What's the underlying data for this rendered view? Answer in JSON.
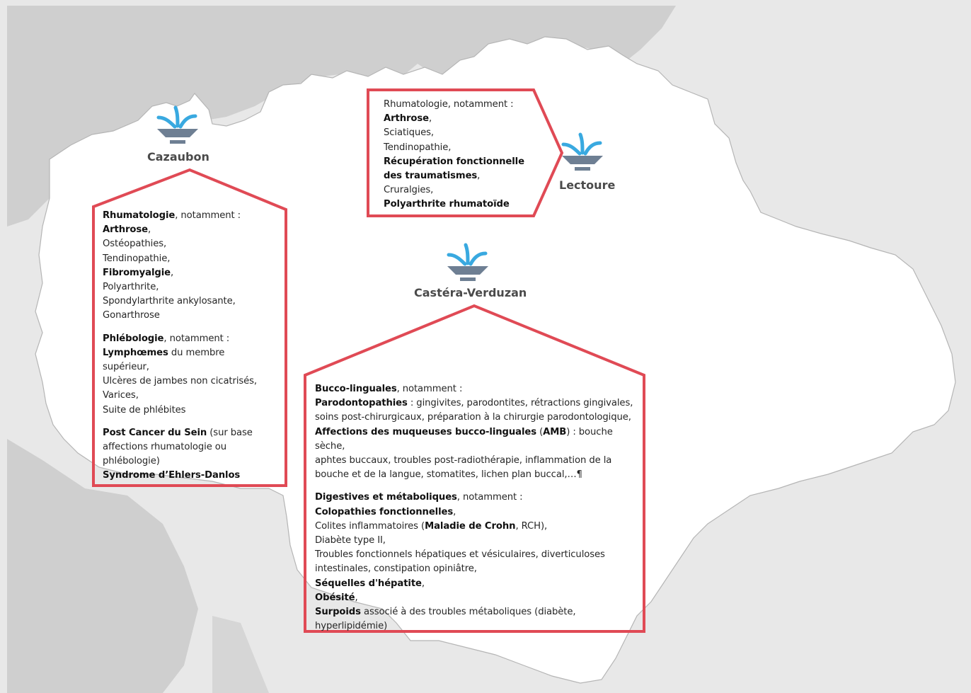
{
  "colors": {
    "outside_dark": "#cfcfcf",
    "outside_light": "#e8e8e8",
    "region": "#ffffff",
    "border": "#b5b5b5",
    "callout_stroke": "#e04a55",
    "spa_water": "#39a9e0",
    "spa_basin": "#6e7f93"
  },
  "icons": {
    "spa": "thermal-spa-fountain-icon"
  },
  "towns": {
    "cazaubon": "Cazaubon",
    "lectoure": "Lectoure",
    "castera": "Castéra-Verduzan"
  },
  "callouts": {
    "lectoure": [
      {
        "b": "",
        "t": "Rhumatologie, notamment :"
      },
      {
        "b": "Arthrose",
        "t": ","
      },
      {
        "b": "",
        "t": "Sciatiques,"
      },
      {
        "b": "",
        "t": "Tendinopathie,"
      },
      {
        "b": "Récupération fonctionnelle",
        "t": ""
      },
      {
        "b": "des traumatismes",
        "t": ","
      },
      {
        "b": "",
        "t": "Cruralgies,"
      },
      {
        "b": "Polyarthrite rhumatoïde",
        "t": ""
      }
    ],
    "cazaubon": [
      {
        "b": "Rhumatologie",
        "t": ", notamment :"
      },
      {
        "b": "Arthrose",
        "t": ","
      },
      {
        "b": "",
        "t": "Ostéopathies,"
      },
      {
        "b": "",
        "t": "Tendinopathie,"
      },
      {
        "b": "Fibromyalgie",
        "t": ","
      },
      {
        "b": "",
        "t": "Polyarthrite,"
      },
      {
        "b": "",
        "t": "Spondylarthrite ankylosante,"
      },
      {
        "b": "",
        "t": "Gonarthrose"
      },
      {
        "gap": true
      },
      {
        "b": "Phlébologie",
        "t": ", notamment :"
      },
      {
        "b": "Lymphœmes",
        "t": " du membre"
      },
      {
        "b": "",
        "t": "supérieur,"
      },
      {
        "b": "",
        "t": "Ulcères de jambes non cicatrisés,"
      },
      {
        "b": "",
        "t": "Varices,"
      },
      {
        "b": "",
        "t": "Suite de phlébites"
      },
      {
        "gap": true
      },
      {
        "b": "Post Cancer du Sein",
        "t": " (sur base"
      },
      {
        "b": "",
        "t": "affections rhumatologie ou"
      },
      {
        "b": "",
        "t": "phlébologie)"
      },
      {
        "b": "Syndrome d’Ehlers-Danlos",
        "t": ""
      }
    ],
    "castera": [
      {
        "b": "Bucco-linguales",
        "t": ", notamment :"
      },
      {
        "b": "Parodontopathies",
        "t": " : gingivites, parodontites, rétractions gingivales,"
      },
      {
        "b": "",
        "t": "soins post-chirurgicaux, préparation à la chirurgie parodontologique,"
      },
      {
        "b": "Affections des muqueuses bucco-linguales",
        "t": " (",
        "b2": "AMB",
        "t2": ") : bouche sèche,"
      },
      {
        "b": "",
        "t": "aphtes buccaux, troubles post-radiothérapie, inflammation de la"
      },
      {
        "b": "",
        "t": "bouche et de la langue, stomatites, lichen plan buccal,…¶"
      },
      {
        "gap": true
      },
      {
        "b": "Digestives et métaboliques",
        "t": ", notamment :"
      },
      {
        "b": "Colopathies fonctionnelles",
        "t": ","
      },
      {
        "b": "",
        "t": "Colites inflammatoires (",
        "b2": "Maladie de Crohn",
        "t2": ", RCH),"
      },
      {
        "b": "",
        "t": "Diabète type II,"
      },
      {
        "b": "",
        "t": "Troubles fonctionnels hépatiques et vésiculaires, diverticuloses"
      },
      {
        "b": "",
        "t": "intestinales, constipation opiniâtre,"
      },
      {
        "b": "Séquelles d'hépatite",
        "t": ","
      },
      {
        "b": "Obésité",
        "t": ","
      },
      {
        "b": "Surpoids",
        "t": " associé à des troubles métaboliques (diabète,"
      },
      {
        "b": "",
        "t": "hyperlipidémie)"
      }
    ]
  }
}
